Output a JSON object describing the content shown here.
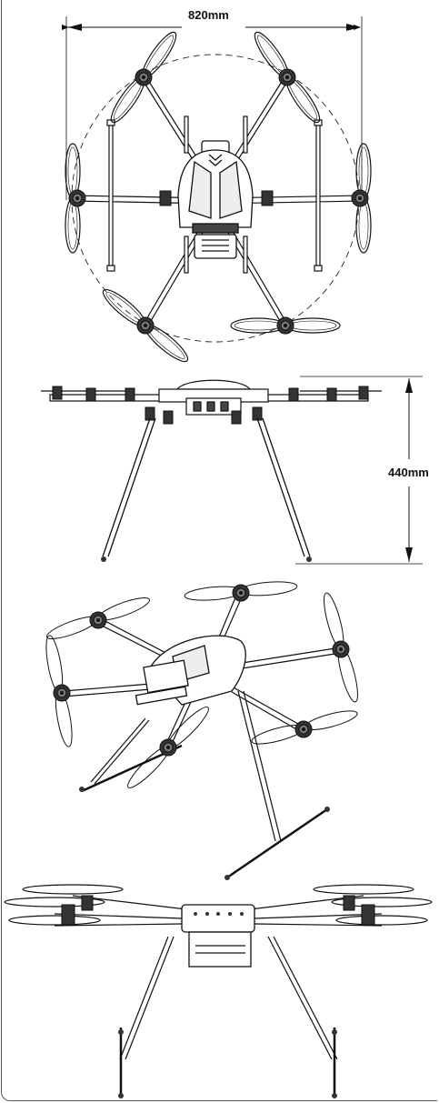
{
  "dimensions": {
    "width_label": "820mm",
    "height_label": "440mm"
  },
  "views": [
    "top",
    "side",
    "perspective",
    "front"
  ],
  "colors": {
    "line": "#1a1a1a",
    "fill": "#ffffff",
    "motor": "#2b2b2b"
  }
}
